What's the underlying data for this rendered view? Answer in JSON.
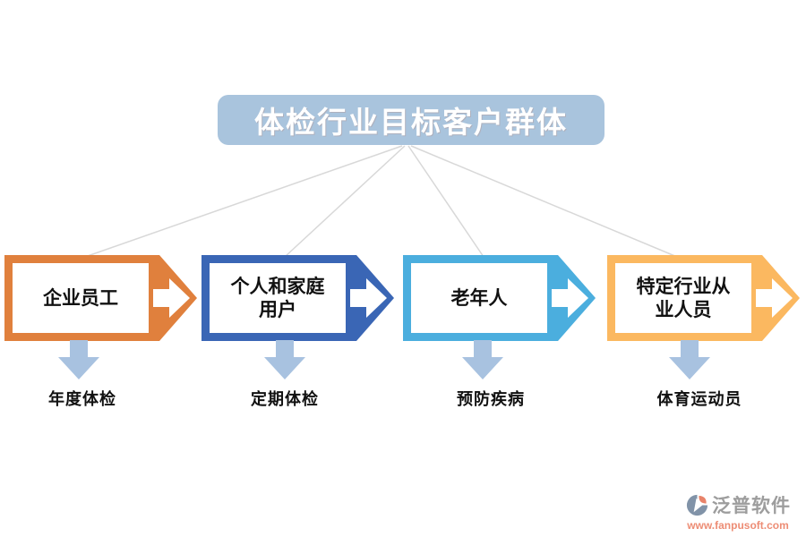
{
  "title": "体检行业目标客户群体",
  "colors": {
    "title_bg": "#A9C4DD",
    "connector": "#D8D8D8",
    "down_arrow": "#A8C2E0",
    "box1": "#E0803D",
    "box2": "#3A66B5",
    "box3": "#4BAEDE",
    "box4": "#FBB860"
  },
  "groups": [
    {
      "label": "企业员工",
      "color": "#E0803D",
      "outcome": "年度体检"
    },
    {
      "label": "个人和家庭\n用户",
      "color": "#3A66B5",
      "outcome": "定期体检"
    },
    {
      "label": "老年人",
      "color": "#4BAEDE",
      "outcome": "预防疾病"
    },
    {
      "label": "特定行业从\n业人员",
      "color": "#FBB860",
      "outcome": "体育运动员"
    }
  ],
  "watermark": {
    "brand": "泛普软件",
    "url": "www.fanpusoft.com"
  }
}
